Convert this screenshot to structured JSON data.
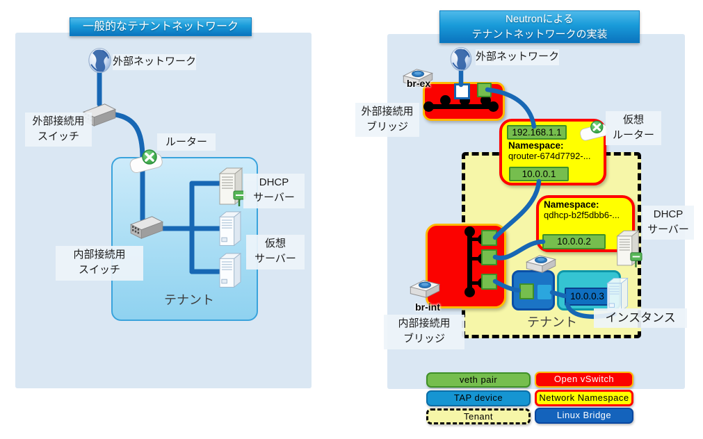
{
  "left_panel": {
    "title": "一般的なテナントネットワーク",
    "external_network": "外部ネットワーク",
    "external_switch": [
      "外部接続用",
      "スイッチ"
    ],
    "router": "ルーター",
    "dhcp_server": [
      "DHCP",
      "サーバー"
    ],
    "internal_switch": [
      "内部接続用",
      "スイッチ"
    ],
    "virtual_server": [
      "仮想",
      "サーバー"
    ],
    "tenant": "テナント"
  },
  "right_panel": {
    "title": [
      "Neutronによる",
      "テナントネットワークの実装"
    ],
    "external_network": "外部ネットワーク",
    "br_ex": "br-ex",
    "external_bridge": [
      "外部接続用",
      "ブリッジ"
    ],
    "virtual_router": [
      "仮想",
      "ルーター"
    ],
    "qrouter_namespace": {
      "heading": "Namespace:",
      "name": "qrouter-674d7792-...",
      "external_ip": "192.168.1.1",
      "internal_ip": "10.0.0.1"
    },
    "qdhcp_namespace": {
      "heading": "Namespace:",
      "name": "qdhcp-b2f5dbb6-...",
      "ip": "10.0.0.2"
    },
    "dhcp_server": [
      "DHCP",
      "サーバー"
    ],
    "br_int": "br-int",
    "internal_bridge": [
      "内部接続用",
      "ブリッジ"
    ],
    "tenant": "テナント",
    "instance": "インスタンス",
    "instance_ip": "10.0.0.3"
  },
  "legend": {
    "items": [
      {
        "label": "veth pair",
        "fill": "#76BE4E",
        "border": "#3E8F27",
        "text_color": "#000000"
      },
      {
        "label": "Open vSwitch",
        "fill": "#FB0200",
        "border": "#FFB900",
        "text_color": "#FFFFFF"
      },
      {
        "label": "TAP device",
        "fill": "#1695D2",
        "border": "#0B6DA6",
        "text_color": "#000000"
      },
      {
        "label": "Network Namespace",
        "fill": "#FFFF00",
        "border": "#FF0000",
        "text_color": "#000000"
      },
      {
        "label": "Tenant",
        "fill": "#F6F6A8",
        "border": "#000000",
        "border_style": "dashed",
        "text_color": "#000000"
      },
      {
        "label": "Linux Bridge",
        "fill": "#1463BC",
        "border": "#0A47A0",
        "text_color": "#FFFFFF"
      }
    ]
  },
  "colors": {
    "panel_background": "#DAE7F3",
    "banner_gradient_top": "#4FBAEA",
    "banner_gradient_bottom": "#0B74BE",
    "connection_line_blue": "#1767B4",
    "open_vswitch_red": "#FB0200",
    "ovs_border_orange": "#FFB900",
    "namespace_yellow": "#FFFF00",
    "namespace_border_red": "#FF0000",
    "veth_green": "#76BE4E",
    "tenant_pale_yellow": "#F6F6A8",
    "inner_tenant_blue_top": "#CDEBFA",
    "inner_tenant_blue_bottom": "#8FD2F0",
    "instance_teal": "#35C4D2",
    "linux_bridge_blue": "#1B74C5"
  }
}
